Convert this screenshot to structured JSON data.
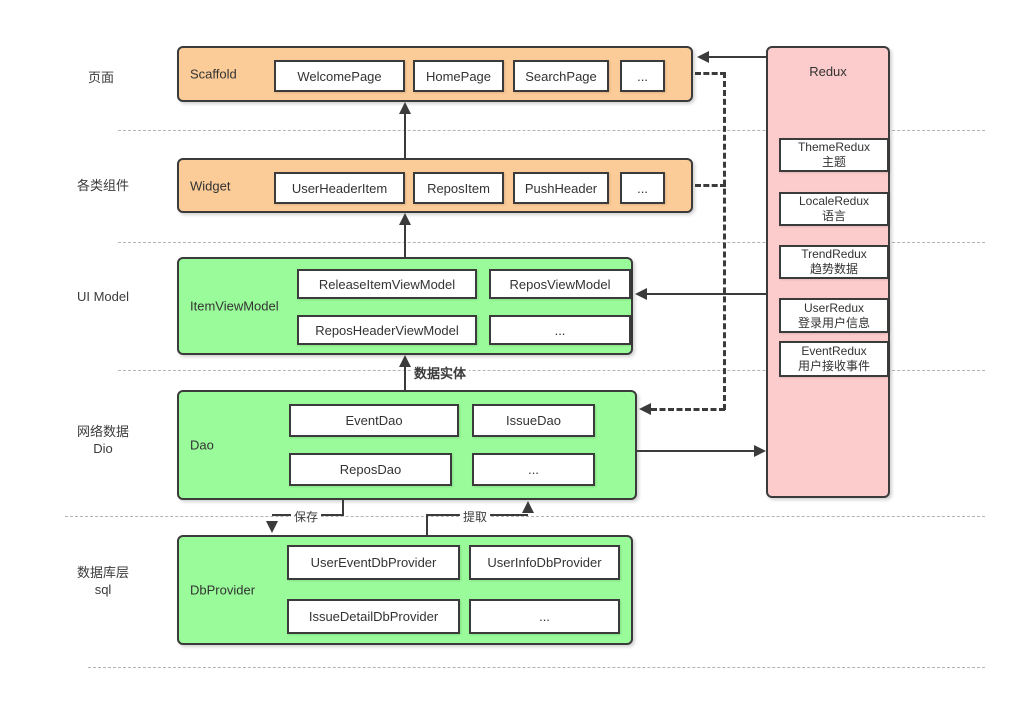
{
  "colors": {
    "orange_fill": "#fbcb98",
    "green_fill": "#99fb99",
    "pink_fill": "#fccbcb",
    "line": "#3b3b3b",
    "separator": "#b3b3b3"
  },
  "side_labels": {
    "pages": "页面",
    "components": "各类组件",
    "ui_model": "UI Model",
    "network_line1": "网络数据",
    "network_line2": "Dio",
    "database_line1": "数据库层",
    "database_line2": "sql"
  },
  "scaffold": {
    "label": "Scaffold",
    "items": [
      "WelcomePage",
      "HomePage",
      "SearchPage",
      "..."
    ]
  },
  "widget": {
    "label": "Widget",
    "items": [
      "UserHeaderItem",
      "ReposItem",
      "PushHeader",
      "..."
    ]
  },
  "item_view_model": {
    "label": "ItemViewModel",
    "items": [
      "ReleaseItemViewModel",
      "ReposViewModel",
      "ReposHeaderViewModel",
      "..."
    ]
  },
  "dao": {
    "label": "Dao",
    "items": [
      "EventDao",
      "IssueDao",
      "ReposDao",
      "..."
    ]
  },
  "db_provider": {
    "label": "DbProvider",
    "items": [
      "UserEventDbProvider",
      "UserInfoDbProvider",
      "IssueDetailDbProvider",
      "..."
    ]
  },
  "redux": {
    "title": "Redux",
    "items": [
      {
        "name": "ThemeRedux",
        "desc": "主题"
      },
      {
        "name": "LocaleRedux",
        "desc": "语言"
      },
      {
        "name": "TrendRedux",
        "desc": "趋势数据"
      },
      {
        "name": "UserRedux",
        "desc": "登录用户信息"
      },
      {
        "name": "EventRedux",
        "desc": "用户接收事件"
      }
    ]
  },
  "edge_labels": {
    "data_entity": "数据实体",
    "save": "保存",
    "fetch": "提取"
  }
}
